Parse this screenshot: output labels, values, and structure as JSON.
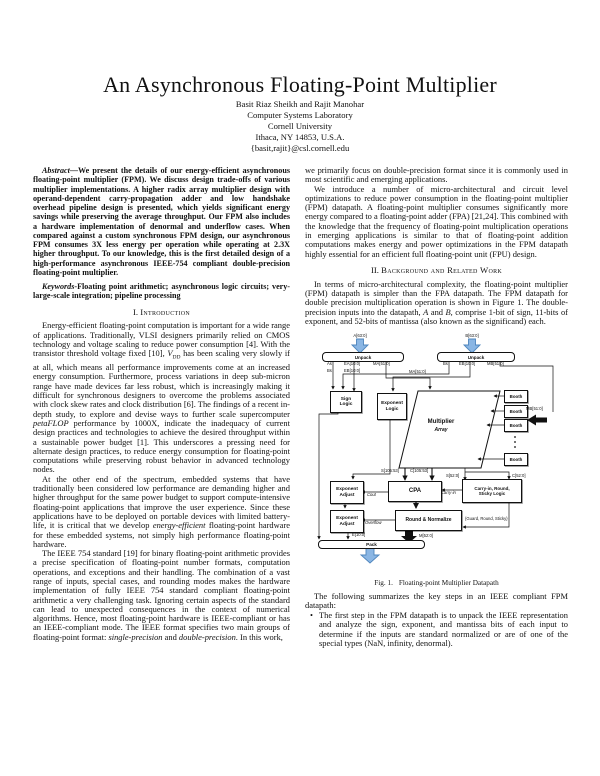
{
  "paper": {
    "title": "An Asynchronous Floating-Point Multiplier",
    "authors": "Basit Riaz Sheikh and Rajit Manohar",
    "affiliation": "Computer Systems Laboratory",
    "university": "Cornell University",
    "address": "Ithaca, NY 14853, U.S.A.",
    "email": "{basit,rajit}@csl.cornell.edu"
  },
  "abstract": {
    "label": "Abstract",
    "text": "—We present the details of our energy-efficient asynchronous floating-point multiplier (FPM). We discuss design trade-offs of various multiplier implementations. A higher radix array multiplier design with operand-dependent carry-propagation adder and low handshake overhead pipeline design is presented, which yields significant energy savings while preserving the average throughput. Our FPM also includes a hardware implementation of denormal and underflow cases. When compared against a custom synchronous FPM design, our asynchronous FPM consumes 3X less energy per operation while operating at 2.3X higher throughput. To our knowledge, this is the first detailed design of a high-performance asynchronous IEEE-754 compliant double-precision floating-point multiplier."
  },
  "keywords": {
    "label": "Keywords",
    "text": "-Floating point arithmetic; asynchronous logic circuits; very-large-scale integration; pipeline processing"
  },
  "section1": {
    "num": "I.",
    "title": "Introduction",
    "p1a": "Energy-efficient floating-point computation is important for a wide range of applications. Traditionally, VLSI designers primarily relied on CMOS technology and voltage scaling to reduce power consumption [4]. With the transistor threshold voltage fixed [10], ",
    "p1b": "V",
    "p1c": "DD",
    "p1d": " has been scaling very slowly if at all, which means all performance improvements come at an increased energy consumption. Furthermore, process variations in deep sub-micron range have made devices far less robust, which is increasingly making it difficult for synchronous designers to overcome the problems associated with clock skew rates and clock distribution [6]. The findings of a recent in-depth study, to explore and devise ways to further scale supercomputer ",
    "p1e": "petaFLOP",
    "p1f": " performance by 1000X, indicate the inadequacy of current design practices and technologies to achieve the desired throughput within a sustainable power budget [1]. This underscores a pressing need for alternate design practices, to reduce energy consumption for floating-point computations while preserving robust behavior in advanced technology nodes.",
    "p2a": "At the other end of the spectrum, embedded systems that have traditionally been considered low performance are demanding higher and higher throughput for the same power budget to support compute-intensive floating-point applications that improve the user experience. Since these applications have to be deployed on portable devices with limited battery-life, it is critical that we develop ",
    "p2b": "energy-efficient",
    "p2c": " floating-point hardware for these embedded systems, not simply high performance floating-point hardware.",
    "p3a": "The IEEE 754 standard [19] for binary floating-point arithmetic provides a precise specification of floating-point number formats, computation operations, and exceptions and their handling. The combination of a vast range of inputs, special cases, and rounding modes makes the hardware implementation of fully IEEE 754 standard compliant floating-point arithmetic a very challenging task. Ignoring certain aspects of the standard can lead to unexpected consequences in the context of numerical algorithms. Hence, most floating-point hardware is IEEE-compliant or has an IEEE-compliant mode. The IEEE format specifies two main groups of floating-point format: ",
    "p3b": "single-precision",
    "p3c": " and ",
    "p3d": "double-precision",
    "p3e": ". In this work,"
  },
  "rightcol": {
    "p4": "we primarily focus on double-precision format since it is commonly used in most scientific and emerging applications.",
    "p5": "We introduce a number of micro-architectural and circuit level optimizations to reduce power consumption in the floating-point multiplier (FPM) datapath. A floating-point multiplier consumes significantly more energy compared to a floating-point adder (FPA) [21,24]. This combined with the knowledge that the frequency of floating-point multiplication operations in emerging applications is similar to that of floating-point addition computations makes energy and power optimizations in the FPM datapath highly essential for an efficient full floating-point unit (FPU) design."
  },
  "section2": {
    "num": "II.",
    "title": "Background and Related Work",
    "p6a": "In terms of micro-architectural complexity, the floating-point multiplier (FPM) datapath is simpler than the FPA datapath. The FPM datapath for double precision multiplication operation is shown in Figure 1. The double-precision inputs into the datapath, ",
    "p6b": "A",
    "p6c": " and ",
    "p6d": "B",
    "p6e": ", comprise 1-bit of sign, 11-bits of exponent, and 52-bits of mantissa (also known as the significand) each.",
    "p7": "The following summarizes the key steps in an IEEE compliant FPM datapath:",
    "bullet_mark": "•",
    "bullet1": "The first step in the FPM datapath is to unpack the IEEE representation and analyze the sign, exponent, and mantissa bits of each input to determine if the inputs are standard normalized or are of one of the special types (NaN, infinity, denormal)."
  },
  "figure": {
    "caption_num": "Fig. 1.",
    "caption_text": "Floating-point Multiplier Datapath",
    "labels": {
      "input_a": "A[63:0]",
      "input_b": "B[63:0]",
      "unpack": "Unpack",
      "a_sign": "As",
      "b_sign": "Bs",
      "e_a": "EA[10:0]",
      "e_b": "EB[10:0]",
      "m_a": "MA[51:0]",
      "m_b": "MB[51:0]",
      "sign_logic_l1": "Sign",
      "sign_logic_l2": "Logic",
      "exp_logic_l1": "Exponent",
      "exp_logic_l2": "Logic",
      "multiplier": "Multiplier",
      "array": "Array",
      "booth": "Booth",
      "sum_high": "S[105:53]",
      "carry_high": "C[105:53]",
      "sum_low": "S[52:0]",
      "carry_low": "C[52:0]",
      "exp_adjust_l1": "Exponent",
      "exp_adjust_l2": "Adjust",
      "cpa": "CPA",
      "cout": "Cout",
      "carry_in": "Carry-in",
      "crs_l1": "Carry-in, Round,",
      "crs_l2": "Sticky Logic",
      "round_norm": "Round & Normalize",
      "overflow": "Overflow",
      "grs": "{Guard, Round, Sticky}",
      "e_out": "E[10:0]",
      "m_out": "M[52:0]",
      "pack": "Pack"
    }
  }
}
